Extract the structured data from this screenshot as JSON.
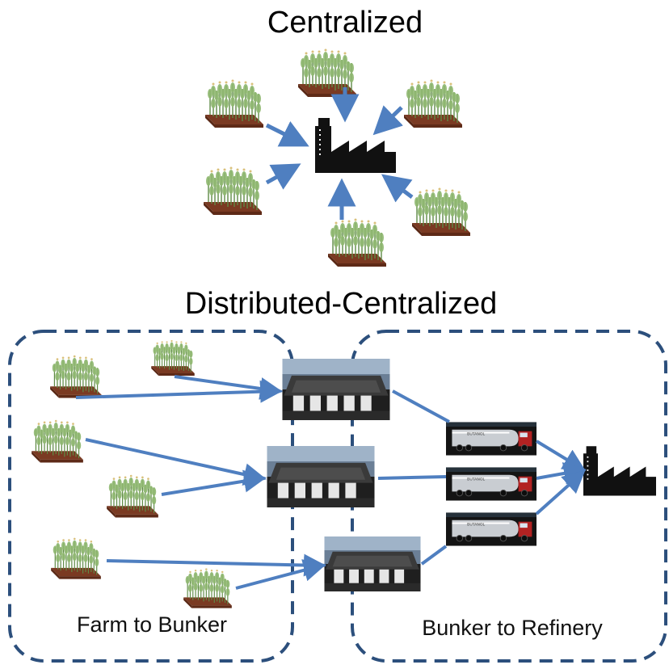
{
  "titles": {
    "centralized": "Centralized",
    "distributed": "Distributed-Centralized"
  },
  "regions": {
    "farm_to_bunker": "Farm to Bunker",
    "bunker_to_refinery": "Bunker to Refinery"
  },
  "colors": {
    "arrow": "#4f7fc0",
    "dashed_border": "#2c4f7c",
    "soil": "#7a3a22",
    "plant": "#6f9b57",
    "factory": "#111111"
  },
  "icons": {
    "farm": "crop-field-icon",
    "factory": "factory-icon",
    "bunker": "bunker-icon",
    "truck": "tanker-truck-icon"
  }
}
